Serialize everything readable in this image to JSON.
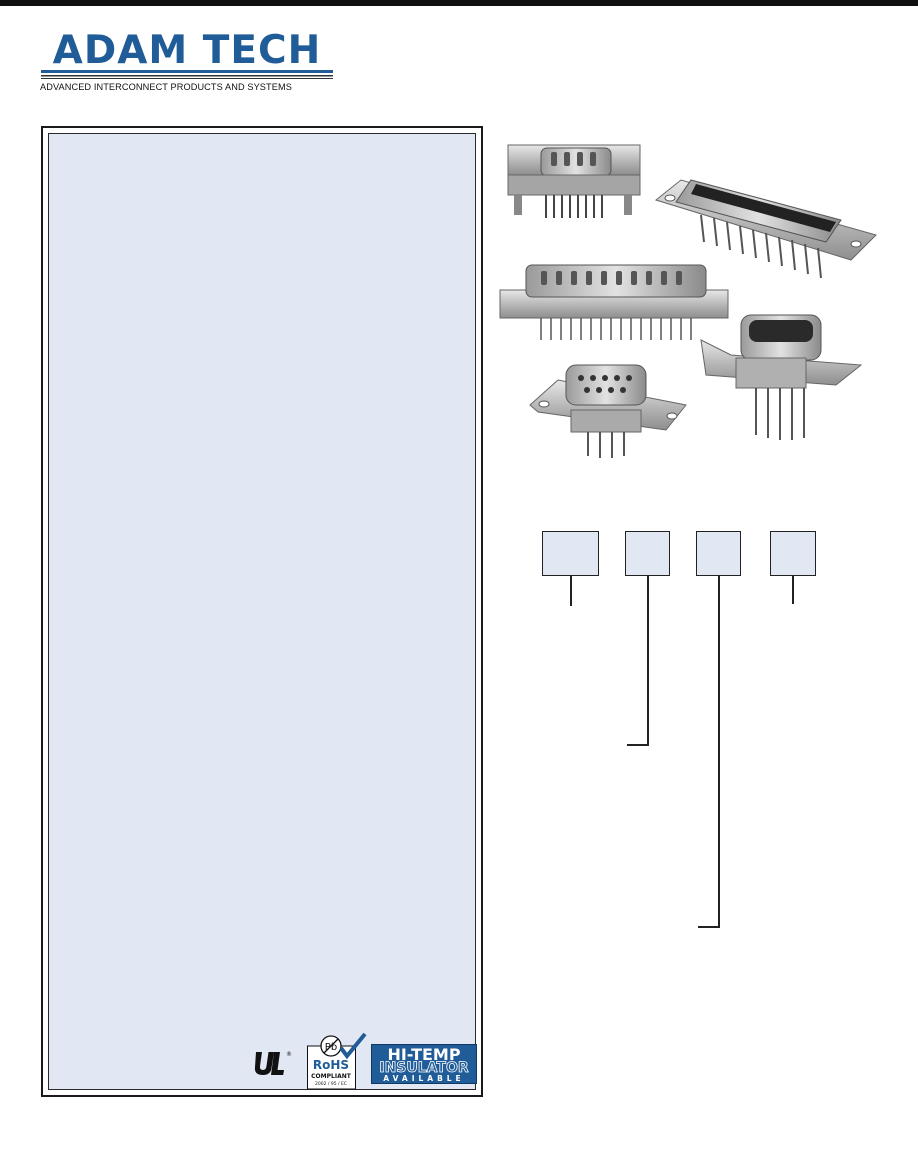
{
  "brand": {
    "name": "ADAM TECH",
    "tagline": "ADVANCED INTERCONNECT PRODUCTS AND SYSTEMS",
    "color": "#1f5c98"
  },
  "panel": {
    "background": "#e1e7f3"
  },
  "certifications": {
    "ul": {
      "icon": "ul-recognized-icon",
      "registered": "®"
    },
    "rohs": {
      "icon": "rohs-compliant-icon",
      "pb": "Pb",
      "label": "RoHS",
      "status": "COMPLIANT",
      "directive": "2002 / 95 / EC"
    },
    "hitemp": {
      "line1": "HI-TEMP",
      "line2": "INSULATOR",
      "line3": "AVAILABLE"
    }
  },
  "ordering_diagram": {
    "boxes": [
      "",
      "",
      "",
      ""
    ]
  },
  "product_photo": {
    "icon": "d-sub-connectors-photo"
  }
}
